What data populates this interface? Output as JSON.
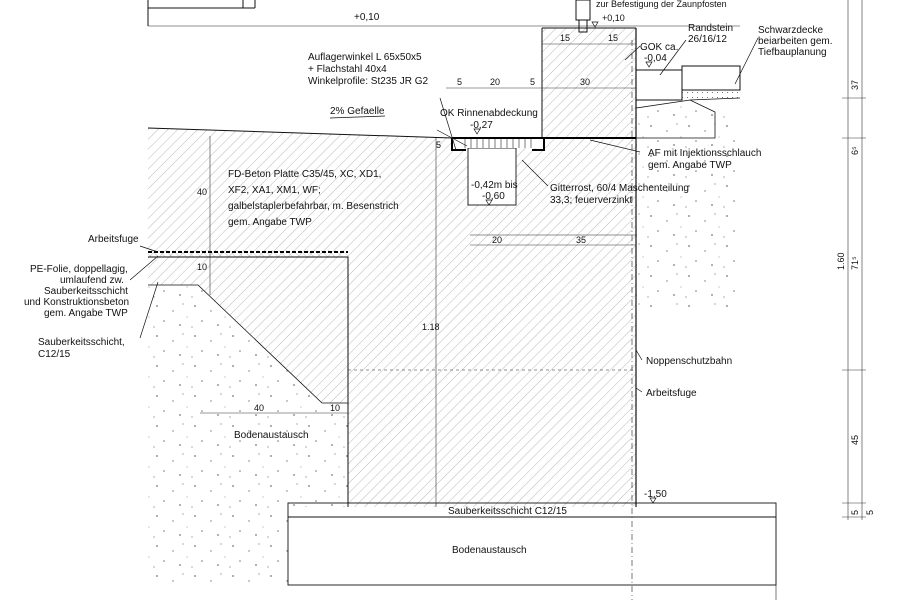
{
  "top": {
    "level_left": "+0,10",
    "level_right": "+0,10",
    "cut_note": "zur Befestigung der Zaunpfosten"
  },
  "curb": {
    "dim_a": "15",
    "dim_b": "15",
    "gok_label": "GOK ca.",
    "gok_value": "-0,04",
    "randstein_label": "Randstein",
    "randstein_size": "26/16/12",
    "surface_lines": [
      "Schwarzdecke",
      "beiarbeiten gem.",
      "Tiefbauplanung"
    ]
  },
  "angle_note": [
    "Auflagerwinkel L 65x50x5",
    "+ Flachstahl 40x4",
    "Winkelprofile: St235 JR G2"
  ],
  "top_dims": [
    "5",
    "20",
    "5",
    "30"
  ],
  "slope_label": "2% Gefaelle",
  "rinne": {
    "label": "OK Rinnenabdeckung",
    "value": "-0,27",
    "dim_side": "5",
    "bottom_a": "-0,42m bis",
    "bottom_b": "-0,60"
  },
  "af_note": [
    "AF mit Injektionsschlauch",
    "gem. Angabe TWP"
  ],
  "grate_note": [
    "Gitterrost, 60/4 Maschenteilung",
    "33,3; feuerverzinkt"
  ],
  "slab_note": [
    "FD-Beton Platte C35/45, XC, XD1,",
    "XF2, XA1, XM1, WF;",
    "galbelstaplerbefahrbar, m. Besenstrich",
    "gem. Angabe TWP"
  ],
  "slab_dims": {
    "thickness": "40",
    "lower": "10",
    "height": "1.18",
    "w_20": "20",
    "w_35": "35"
  },
  "labels": {
    "arbeitsfuge_left": "Arbeitsfuge",
    "pe_folie": [
      "PE-Folie, doppellagig,",
      "umlaufend zw.",
      "Sauberkeitsschicht",
      "und Konstruktionsbeton",
      "gem. Angabe TWP"
    ],
    "sauber_left": [
      "Sauberkeitsschicht,",
      "C12/15"
    ],
    "noppen": "Noppenschutzbahn",
    "arbeitsfuge_right": "Arbeitsfuge",
    "bodenaustausch_left": "Bodenaustausch",
    "bodenaustausch_bottom": "Bodenaustausch",
    "sauber_bottom": "Sauberkeitsschicht C12/15",
    "level_bottom": "-1,50"
  },
  "bottom_dims": {
    "w_40": "40",
    "w_10": "10"
  },
  "right_dims": {
    "d37": "37",
    "d6": "6⁵",
    "d71": "71⁵",
    "d45": "45",
    "d5a": "5",
    "d5b": "5",
    "total": "1.60"
  }
}
